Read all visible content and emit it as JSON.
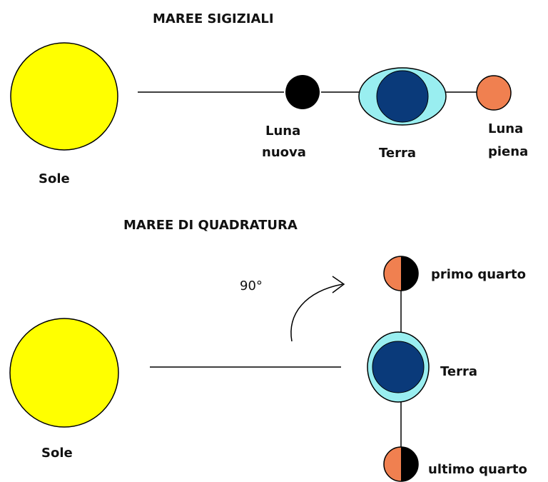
{
  "sections": {
    "syzygy": {
      "title": "MAREE SIGIZIALI",
      "sun_label": "Sole",
      "new_moon_label_line1": "Luna",
      "new_moon_label_line2": "nuova",
      "earth_label": "Terra",
      "full_moon_label_line1": "Luna",
      "full_moon_label_line2": "piena"
    },
    "quadrature": {
      "title": "MAREE DI QUADRATURA",
      "sun_label": "Sole",
      "angle_label": "90°",
      "first_quarter_label": "primo quarto",
      "earth_label": "Terra",
      "last_quarter_label": "ultimo quarto"
    }
  },
  "colors": {
    "sun": "#ffff00",
    "earth_ocean": "#99eef0",
    "earth_core": "#0a3a7a",
    "new_moon": "#000000",
    "full_moon": "#f08050",
    "outline": "#000000"
  }
}
